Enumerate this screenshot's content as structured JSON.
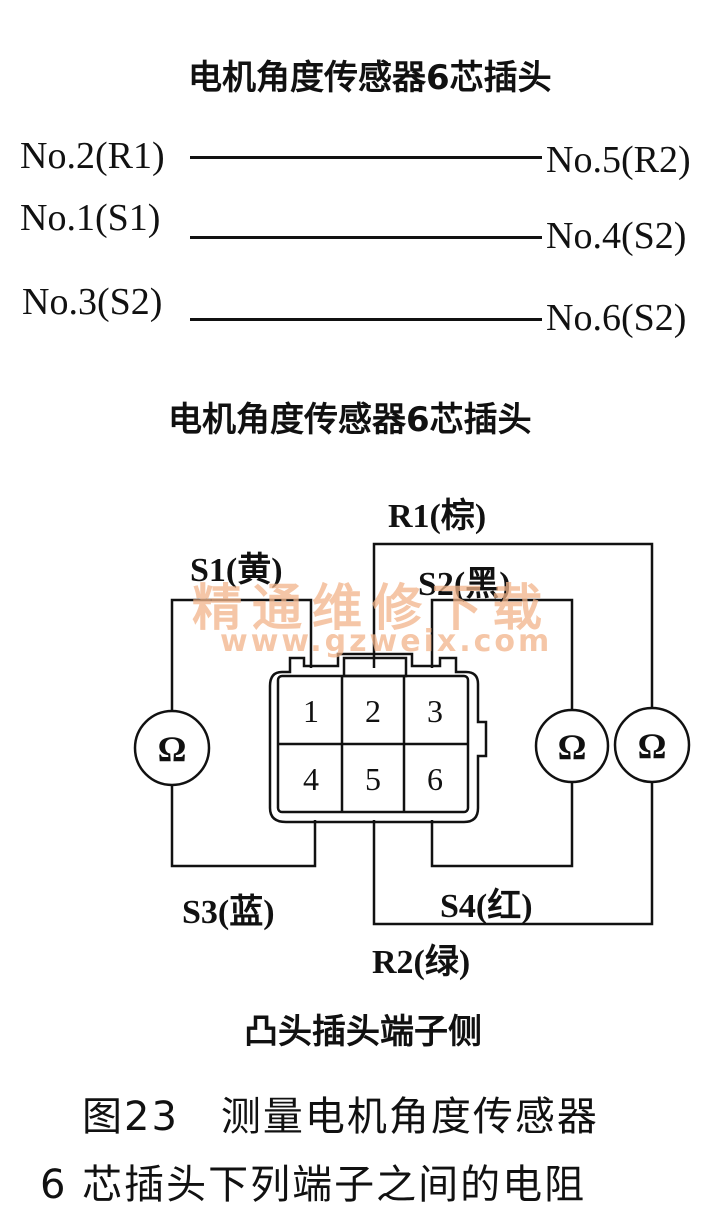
{
  "top_title": "电机角度传感器6芯插头",
  "pairs": [
    {
      "left": "No.2(R1)",
      "right": "No.5(R2)"
    },
    {
      "left": "No.1(S1)",
      "right": "No.4(S2)"
    },
    {
      "left": "No.3(S2)",
      "right": "No.6(S2)"
    }
  ],
  "diagram_title": "电机角度传感器6芯插头",
  "wires": {
    "r1": "R1(棕)",
    "s1": "S1(黄)",
    "s2": "S2(黑)",
    "s3": "S3(蓝)",
    "s4": "S4(红)",
    "r2": "R2(绿)"
  },
  "pins": [
    "1",
    "2",
    "3",
    "4",
    "5",
    "6"
  ],
  "meter_symbol": "Ω",
  "connector_side": "凸头插头端子侧",
  "watermark": {
    "text": "精通维修下载",
    "url": "www.gzweix.com"
  },
  "caption": {
    "line1": "图23　测量电机角度传感器",
    "line2": "6 芯插头下列端子之间的电阻"
  }
}
